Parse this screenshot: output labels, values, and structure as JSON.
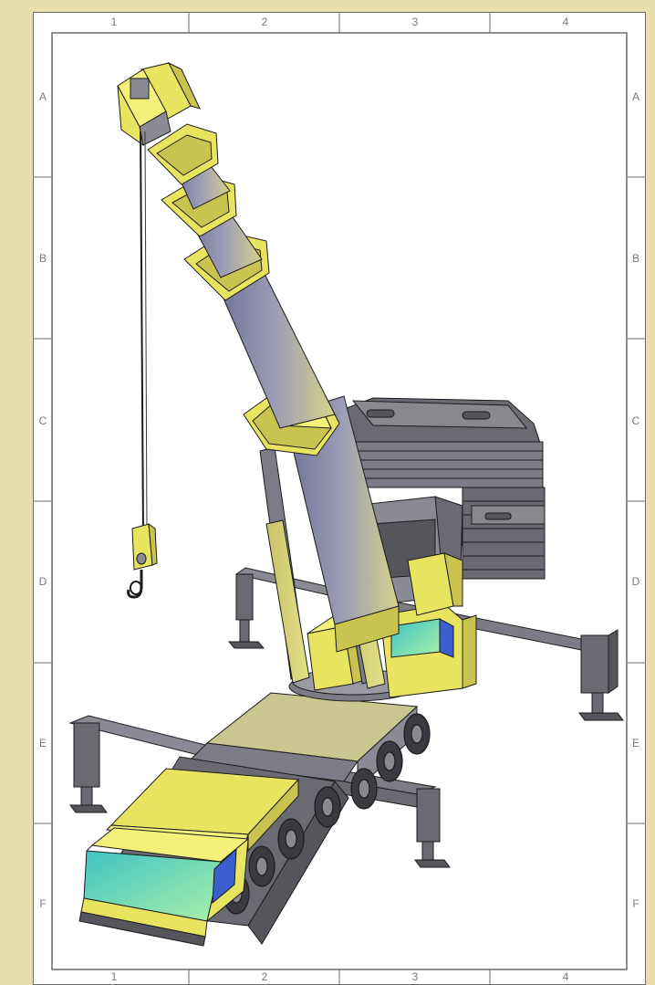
{
  "sheet": {
    "column_labels": [
      "1",
      "2",
      "3",
      "4"
    ],
    "row_labels": [
      "A",
      "B",
      "C",
      "D",
      "E",
      "F"
    ]
  },
  "drawing": {
    "subject": "mobile-crane-3d-model",
    "colors": {
      "background": "#e8dfad",
      "yellow": "#e9e45f",
      "yellow_light": "#f4f07a",
      "boom_shade": "#7a7aa0",
      "grey": "#7c7c86",
      "grey_dark": "#55555c",
      "glass": "#7fe0b8",
      "blue": "#3a5fd0",
      "outline": "#1c1c1c"
    }
  }
}
